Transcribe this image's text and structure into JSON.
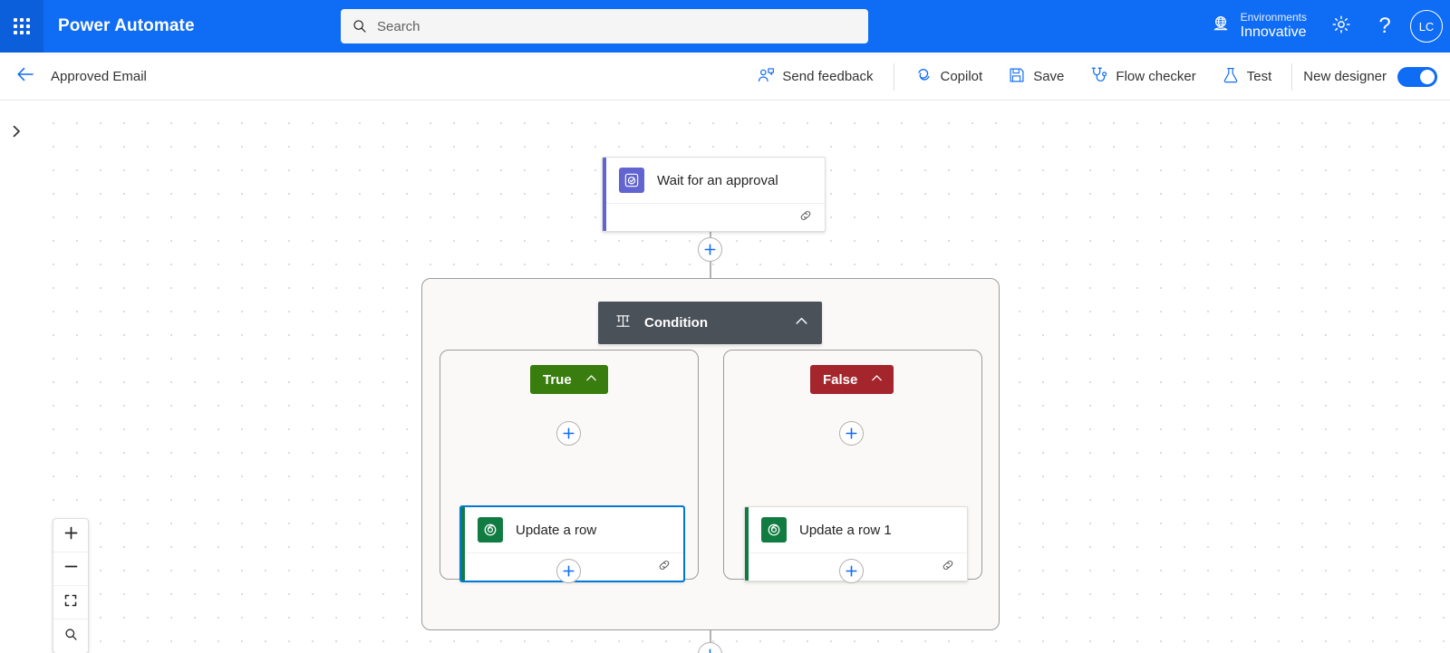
{
  "header": {
    "waffle_label": "app-launcher",
    "brand": "Power Automate",
    "search": {
      "placeholder": "Search",
      "value": ""
    },
    "environment": {
      "label": "Environments",
      "value": "Innovative"
    },
    "settings_label": "Settings",
    "help_label": "?",
    "avatar_initials": "LC"
  },
  "command_bar": {
    "back_label": "Back",
    "flow_title": "Approved Email",
    "buttons": [
      {
        "id": "send-feedback",
        "label": "Send feedback",
        "icon": "feedback-person-icon"
      },
      {
        "id": "copilot",
        "label": "Copilot",
        "icon": "copilot-icon"
      },
      {
        "id": "save",
        "label": "Save",
        "icon": "save-disk-icon"
      },
      {
        "id": "flow-checker",
        "label": "Flow checker",
        "icon": "stethoscope-icon"
      },
      {
        "id": "test",
        "label": "Test",
        "icon": "flask-icon"
      }
    ],
    "designer_toggle": {
      "label": "New designer",
      "state": "on"
    }
  },
  "canvas": {
    "expand_panel_label": "Expand panel",
    "nodes": {
      "approval": {
        "title": "Wait for an approval",
        "icon": "approvals-icon",
        "accent_color": "#6264cf",
        "icon_bg": "#6264cf",
        "footer_icon": "link-chain-icon",
        "selected": false
      },
      "condition": {
        "title": "Condition",
        "icon": "condition-branch-icon",
        "collapse_icon": "chevron-up-icon",
        "bg_color": "#4a5159"
      },
      "branch_true": {
        "label": "True",
        "color": "#3a7d0f",
        "collapse_icon": "chevron-up-icon"
      },
      "branch_false": {
        "label": "False",
        "color": "#a4262c",
        "collapse_icon": "chevron-up-icon"
      },
      "update_row": {
        "title": "Update a row",
        "icon": "dataverse-icon",
        "accent_color": "#107c41",
        "icon_bg": "#107c41",
        "footer_icon": "link-chain-icon",
        "selected": true
      },
      "update_row_1": {
        "title": "Update a row 1",
        "icon": "dataverse-icon",
        "accent_color": "#107c41",
        "icon_bg": "#107c41",
        "footer_icon": "link-chain-icon",
        "selected": false
      }
    },
    "add_buttons": [
      {
        "id": "add-after-approval",
        "label": "+"
      },
      {
        "id": "add-true-before",
        "label": "+"
      },
      {
        "id": "add-false-before",
        "label": "+"
      },
      {
        "id": "add-true-after",
        "label": "+"
      },
      {
        "id": "add-false-after",
        "label": "+"
      },
      {
        "id": "add-after-condition",
        "label": "+"
      }
    ],
    "zoom_controls": [
      {
        "id": "zoom-in",
        "icon": "plus-icon",
        "label": "Zoom in"
      },
      {
        "id": "zoom-out",
        "icon": "minus-icon",
        "label": "Zoom out"
      },
      {
        "id": "fit-to-screen",
        "icon": "fit-screen-icon",
        "label": "Fit to screen"
      },
      {
        "id": "search-canvas",
        "icon": "magnifier-icon",
        "label": "Search"
      }
    ]
  },
  "colors": {
    "brand_blue": "#0f6cf5",
    "accent_blue": "#0078d4",
    "condition_gray": "#4a5159",
    "true_green": "#3a7d0f",
    "false_red": "#a4262c",
    "dataverse_green": "#107c41",
    "approvals_purple": "#6264cf"
  }
}
